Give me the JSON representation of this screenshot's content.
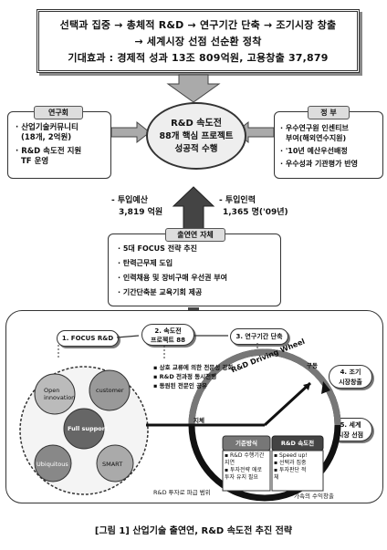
{
  "banner": {
    "line1": "선택과 집중 → 총체적 R&D → 연구기간 단축 → 조기시장 창출",
    "line2": "→ 세계시장 선점  선순환 정착",
    "line3": "기대효과 : 경제적 성과 13조 809억원, 고용창출 37,879"
  },
  "left_box": {
    "title": "연구회",
    "items": [
      "산업기술커뮤니티",
      "(18개, 2억원)",
      "R&D 속도전 지원",
      "TF 운영"
    ]
  },
  "center": {
    "line1": "R&D 속도전",
    "line2": "88개 핵심 프로젝트",
    "line3": "성공적 수행"
  },
  "right_box": {
    "title": "정 부",
    "items": [
      "우수연구원 인센티브",
      "부여(해외연수지원)",
      "'10년 예산우선배정",
      "우수성과 기관평가 반영"
    ]
  },
  "inputs": {
    "budget_label": "- 투입예산",
    "budget_value": "3,819 억원",
    "manpower_label": "- 투입인력",
    "manpower_value": "1,365 명('09년)"
  },
  "institutes": {
    "title": "출연연 자체",
    "items": [
      "5대 FOCUS 전략 추진",
      "탄력근무제 도입",
      "인력채용 및 장비구매 우선권 부여",
      "기간단축분 교육기회 제공"
    ]
  },
  "steps": {
    "s1": "1. FOCUS R&D",
    "s2a": "2. 속도전",
    "s2b": "프로젝트 88",
    "s3": "3. 연구기간 단축",
    "s4a": "4. 조기",
    "s4b": "시장창출",
    "s5a": "5. 세계",
    "s5b": "시장 선점"
  },
  "cluster": {
    "open": "Open",
    "innovation": "innovation",
    "customer": "customer",
    "full": "Full support",
    "ubiq": "Ubiquitous",
    "smart": "SMART"
  },
  "middle_notes": [
    "상호 교류에 의한 전문성 강화",
    "R&D 전과정 동시전행",
    "동원된 전문인 공유"
  ],
  "wheel": {
    "title": "R&D Driving Wheel",
    "left_label": "지체",
    "goal": "구동",
    "left_inner_title": "기준방식",
    "left_inner_items": [
      "R&D 수행기간",
      "지연",
      "투자전략 애로",
      "투자 유지 필요"
    ],
    "right_inner_title": "R&D 속도전",
    "right_inner_items": [
      "Speed up!",
      "선택과 집중",
      "투자판단 적",
      "체"
    ],
    "bottom_right": "가속의 수익창출"
  },
  "bottom_note": "R&D 투자로 파급 범위",
  "caption": "[그림 1] 산업기술 출연연, R&D 속도전 추진 전략"
}
